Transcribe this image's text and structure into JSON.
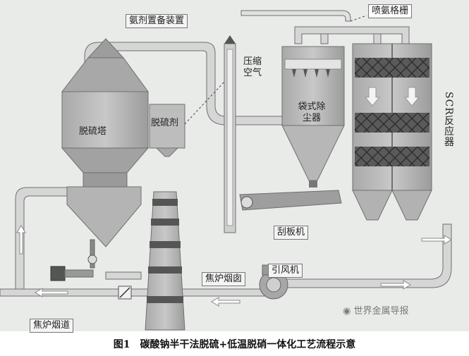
{
  "labels": {
    "ammonia_prep": "氨剂置备装置",
    "ammonia_grid": "喷氨格栅",
    "compressed_air": "压缩空气",
    "desulfurization_tower": "脱硫塔",
    "desulfurizer": "脱硫剂",
    "bag_filter": "袋式除尘器",
    "scr_reactor": "SCR反应器",
    "scraper": "刮板机",
    "induced_fan": "引风机",
    "coke_flue_right": "焦炉烟囱",
    "coke_flue_left": "焦炉烟道"
  },
  "watermark": "世界金属导报",
  "caption": "图1　碳酸钠半干法脱硫+低温脱硝一体化工艺流程示意",
  "colors": {
    "background": "#e9ebe9",
    "equipment": "#b3b3b3",
    "equipment_dark": "#8f8f8f",
    "pipe": "#d4d4d4",
    "catalyst": "#5a5a5a"
  }
}
